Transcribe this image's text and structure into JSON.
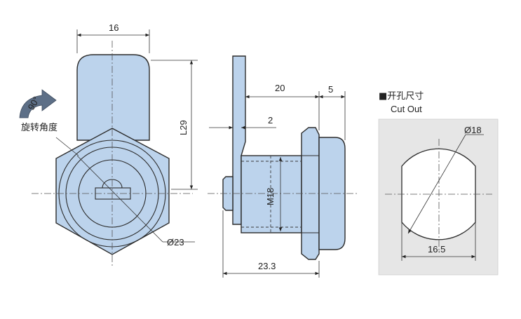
{
  "front_view": {
    "width_dim": "16",
    "height_dim": "L29",
    "diameter_dim": "Ø23",
    "rotation_angle": "90°",
    "rotation_label": "旋转角度"
  },
  "side_view": {
    "dim_20": "20",
    "dim_5": "5",
    "dim_2": "2",
    "thread": "M18",
    "total_length": "23.3"
  },
  "cutout": {
    "title_cn": "■开孔尺寸",
    "title_en": "Cut Out",
    "diameter": "Ø18",
    "flat_width": "16.5",
    "panel_color": "#e6e6e6"
  },
  "colors": {
    "part_fill": "#bcd3ec",
    "arrow_fill": "#5d6f87",
    "line": "#2b2b2b"
  }
}
